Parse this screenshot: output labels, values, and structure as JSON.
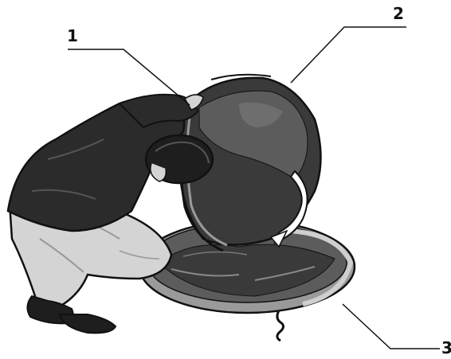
{
  "illustration": {
    "description_icon": "person-packing-popup-tent-icon",
    "colors": {
      "ink": "#111111",
      "jacket": "#2b2b2b",
      "hair": "#1e1e1e",
      "trousers": "#d4d4d4",
      "tent_dark": "#3a3a3a",
      "tent_mid": "#5c5c5c",
      "tent_light": "#9a9a9a",
      "ground_disc": "#bdbdbd",
      "arrow_fill": "#ffffff"
    }
  },
  "callouts": [
    {
      "number": "1"
    },
    {
      "number": "2"
    },
    {
      "number": "3"
    }
  ]
}
